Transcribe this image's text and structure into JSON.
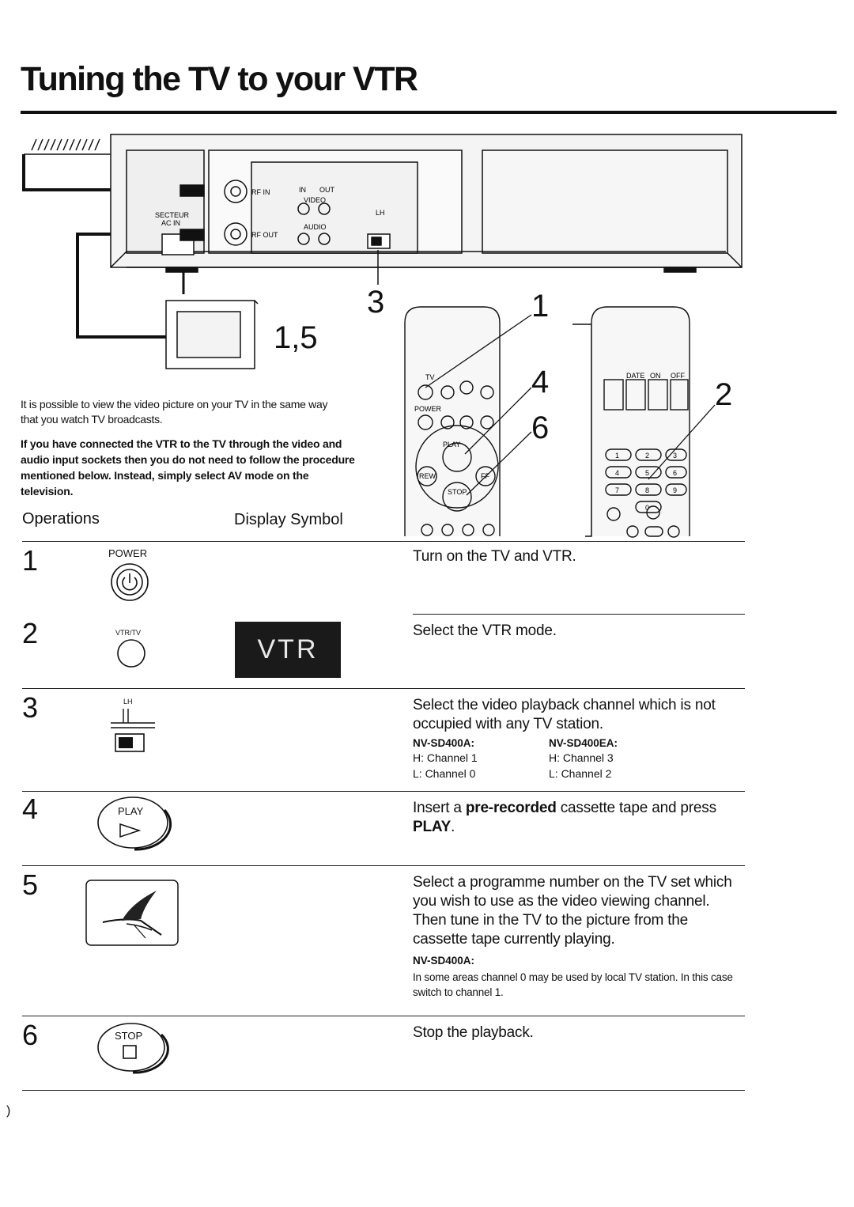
{
  "title": "Tuning the TV to your VTR",
  "illustration": {
    "jack_labels": {
      "rf_in": "RF IN",
      "rf_out": "RF OUT",
      "in": "IN",
      "out": "OUT",
      "video": "VIDEO",
      "audio": "AUDIO",
      "lh": "LH",
      "secteur": "SECTEUR",
      "ac_in": "AC IN"
    },
    "callouts": {
      "c15": "1,5",
      "c3": "3",
      "c1": "1",
      "c4": "4",
      "c6": "6",
      "c2": "2"
    },
    "remote_labels": {
      "tv": "TV",
      "power": "POWER",
      "play": "PLAY",
      "stop": "STOP",
      "rew": "REW",
      "ff": "FF",
      "date": "DATE",
      "on": "ON",
      "off": "OFF",
      "keys": [
        "1",
        "2",
        "3",
        "4",
        "5",
        "6",
        "7",
        "8",
        "9",
        "0"
      ]
    }
  },
  "intro": {
    "normal": "It is possible to view the video picture on your TV in the same way that you watch TV broadcasts.",
    "bold": "If you have connected the VTR to the TV through the video and audio input sockets then you do not need to follow the procedure mentioned below. Instead, simply select AV mode on the television."
  },
  "headers": {
    "operations": "Operations",
    "display_symbol": "Display Symbol"
  },
  "steps": [
    {
      "number": "1",
      "icon_label": "POWER",
      "description": "Turn on the TV and VTR."
    },
    {
      "number": "2",
      "icon_label": "VTR/TV",
      "display": "VTR",
      "description": "Select the VTR mode."
    },
    {
      "number": "3",
      "icon_label": "LH",
      "description": "Select the video playback channel which is not occupied with any TV station.",
      "models": [
        {
          "name": "NV-SD400A:",
          "h": "H:  Channel 1",
          "l": "L:  Channel 0"
        },
        {
          "name": "NV-SD400EA:",
          "h": "H:  Channel 3",
          "l": "L:  Channel 2"
        }
      ]
    },
    {
      "number": "4",
      "icon_label": "PLAY",
      "desc_pre": "Insert a ",
      "desc_bold1": "pre-recorded",
      "desc_mid": " cassette tape and press ",
      "desc_bold2": "PLAY",
      "desc_post": "."
    },
    {
      "number": "5",
      "description": "Select a programme number on the TV set which you wish to use as the video viewing channel. Then tune in the TV to the picture from the cassette tape currently playing.",
      "note_model": "NV-SD400A:",
      "note": "In some areas channel 0 may be used by local TV station. In this case switch to channel 1."
    },
    {
      "number": "6",
      "icon_label": "STOP",
      "description": "Stop the playback."
    }
  ],
  "footer_mark": ")"
}
